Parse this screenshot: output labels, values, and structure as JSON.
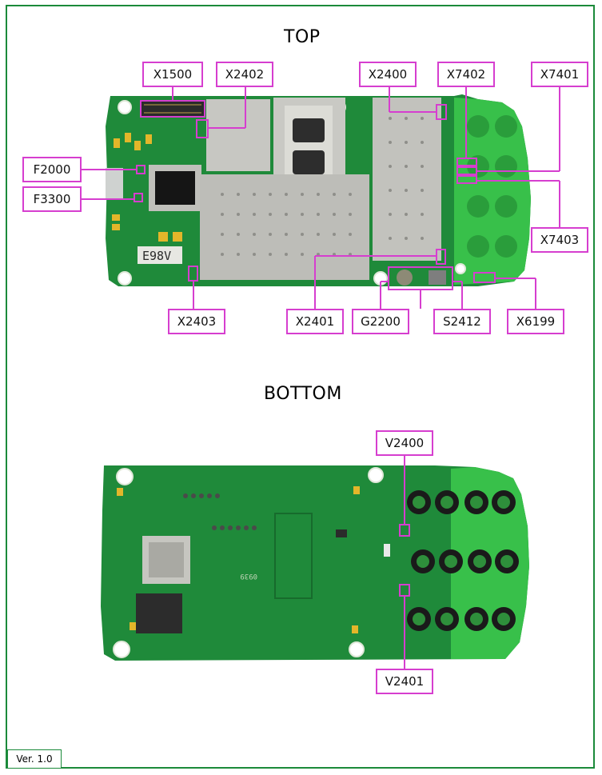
{
  "top_heading": "TOP",
  "bottom_heading": "BOTTOM",
  "version": "Ver. 1.0",
  "board_colors": {
    "pcb": "#1f8a3a",
    "pcb_dark": "#176b2c",
    "shield": "#b9b9b4",
    "highlight": "#d63ecf",
    "keypad": "#38c04a"
  },
  "top_labels": {
    "x1500": "X1500",
    "x2402": "X2402",
    "x2400": "X2400",
    "x7402": "X7402",
    "x7401": "X7401",
    "f2000": "F2000",
    "f3300": "F3300",
    "x7403": "X7403",
    "x2403": "X2403",
    "x2401": "X2401",
    "g2200": "G2200",
    "s2412": "S2412",
    "x6199": "X6199"
  },
  "bottom_labels": {
    "v2400": "V2400",
    "v2401": "V2401"
  },
  "board_prints": {
    "e98v": "E98V",
    "code": "0939"
  }
}
